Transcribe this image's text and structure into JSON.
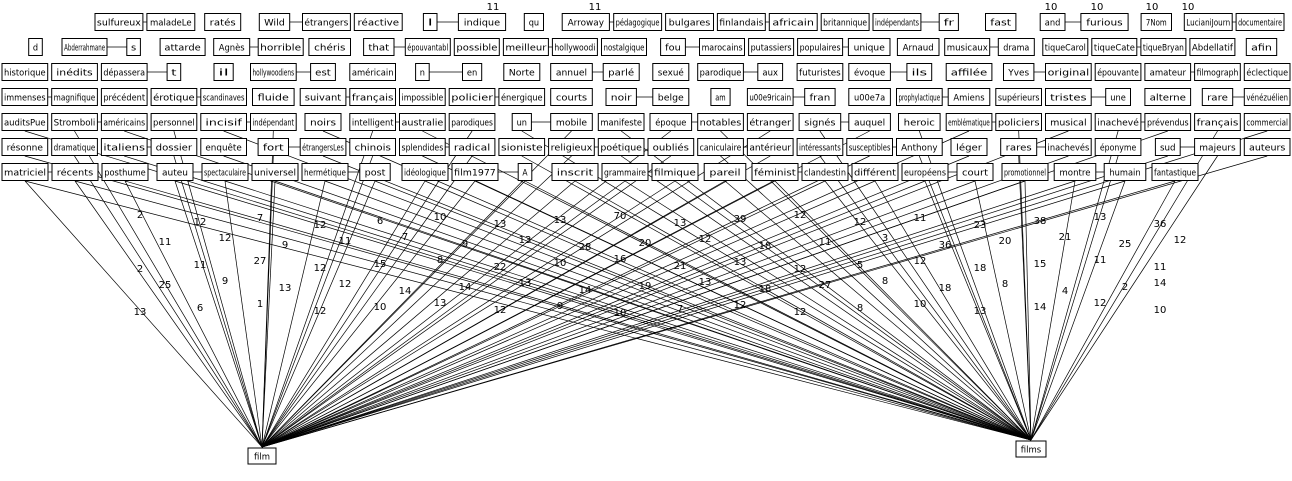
{
  "graph": {
    "rows": [
      [
        "sulfureux",
        "maladeLe",
        "ratés",
        "Wild",
        "étrangers",
        "réactive",
        "l",
        "indique",
        "qu",
        "Arroway",
        "pédagogique",
        "bulgares",
        "finlandais",
        "africain",
        "britannique",
        "indépendants",
        "fr",
        "fast",
        "and",
        "furious",
        "7Nom",
        "LucianiJourn",
        "documentaire"
      ],
      [
        "d",
        "Abderrahmane",
        "s",
        "attarde",
        "Agnès",
        "horrible",
        "chéris",
        "that",
        "épouvantabl",
        "possible",
        "meilleur",
        "hollywoodi",
        "nostalgique",
        "fou",
        "marocains",
        "putassiers",
        "populaires",
        "unique",
        "Arnaud",
        "musicaux",
        "drama",
        "tiqueCarol",
        "tiqueCate",
        "tiqueBryan",
        "Abdellatif",
        "afin"
      ],
      [
        "historique",
        "inédits",
        "dépassera",
        "t",
        "il",
        "hollywoodiens",
        "est",
        "américain",
        "n",
        "en",
        "Norte",
        "annuel",
        "parlé",
        "sexué",
        "parodique",
        "aux",
        "futuristes",
        "évoque",
        "ils",
        "affilée",
        "Yves",
        "original",
        "épouvante",
        "amateur",
        "filmograph",
        "éclectique"
      ],
      [
        "immenses",
        "magnifique",
        "précédent",
        "érotique",
        "scandinaves",
        "fluide",
        "suivant",
        "français",
        "impossible",
        "policier",
        "énergique",
        "courts",
        "noir",
        "belge",
        "am",
        "u00e9ricain",
        "fran",
        "u00e7a",
        "prophylactique",
        "Amiens",
        "supérieurs",
        "tristes",
        "une",
        "alterne",
        "rare",
        "vénézuélien"
      ],
      [
        "auditsPue",
        "Stromboli",
        "américains",
        "personnel",
        "incisif",
        "indépendant",
        "noirs",
        "intelligent",
        "australie",
        "parodiques",
        "un",
        "mobile",
        "manifeste",
        "époque",
        "notables",
        "étranger",
        "signés",
        "auquel",
        "heroic",
        "emblématique",
        "policiers",
        "musical",
        "inachevé",
        "prévendus",
        "français",
        "commercial"
      ],
      [
        "résonne",
        "dramatique",
        "italiens",
        "dossier",
        "enquête",
        "fort",
        "étrangersLes",
        "chinois",
        "splendides",
        "radical",
        "sioniste",
        "religieux",
        "poétique",
        "oubliés",
        "caniculaire",
        "antérieur",
        "intéressants",
        "susceptibles",
        "Anthony",
        "léger",
        "rares",
        "inachevés",
        "éponyme",
        "sud",
        "majeurs",
        "auteurs"
      ],
      [
        "matriciel",
        "récents",
        "posthume",
        "auteu",
        "spectaculaire",
        "universel",
        "hermétique",
        "post",
        "idéologique",
        "film1977",
        "A",
        "inscrit",
        "grammaire",
        "filmique",
        "pareil",
        "féminist",
        "clandestin",
        "différent",
        "européens",
        "court",
        "promotionnel",
        "montre",
        "humain",
        "fantastique"
      ]
    ],
    "hubs": [
      "film",
      "films"
    ],
    "edge_labels": [
      "11",
      "11",
      "10",
      "10",
      "10",
      "10",
      "2",
      "12",
      "7",
      "12",
      "6",
      "10",
      "13",
      "13",
      "70",
      "13",
      "39",
      "12",
      "12",
      "11",
      "23",
      "38",
      "13",
      "36",
      "11",
      "12",
      "9",
      "11",
      "7",
      "9",
      "13",
      "28",
      "20",
      "12",
      "18",
      "11",
      "3",
      "36",
      "20",
      "21",
      "25",
      "12",
      "2",
      "11",
      "27",
      "12",
      "15",
      "8",
      "22",
      "10",
      "16",
      "21",
      "13",
      "12",
      "5",
      "12",
      "18",
      "15",
      "11",
      "11",
      "25",
      "9",
      "13",
      "12",
      "14",
      "14",
      "13",
      "14",
      "19",
      "13",
      "18",
      "27",
      "8",
      "18",
      "8",
      "4",
      "2",
      "14",
      "13",
      "6",
      "1",
      "12",
      "10",
      "13",
      "12",
      "9",
      "10",
      "7",
      "12",
      "12",
      "8",
      "10",
      "13",
      "14",
      "12",
      "10"
    ]
  }
}
